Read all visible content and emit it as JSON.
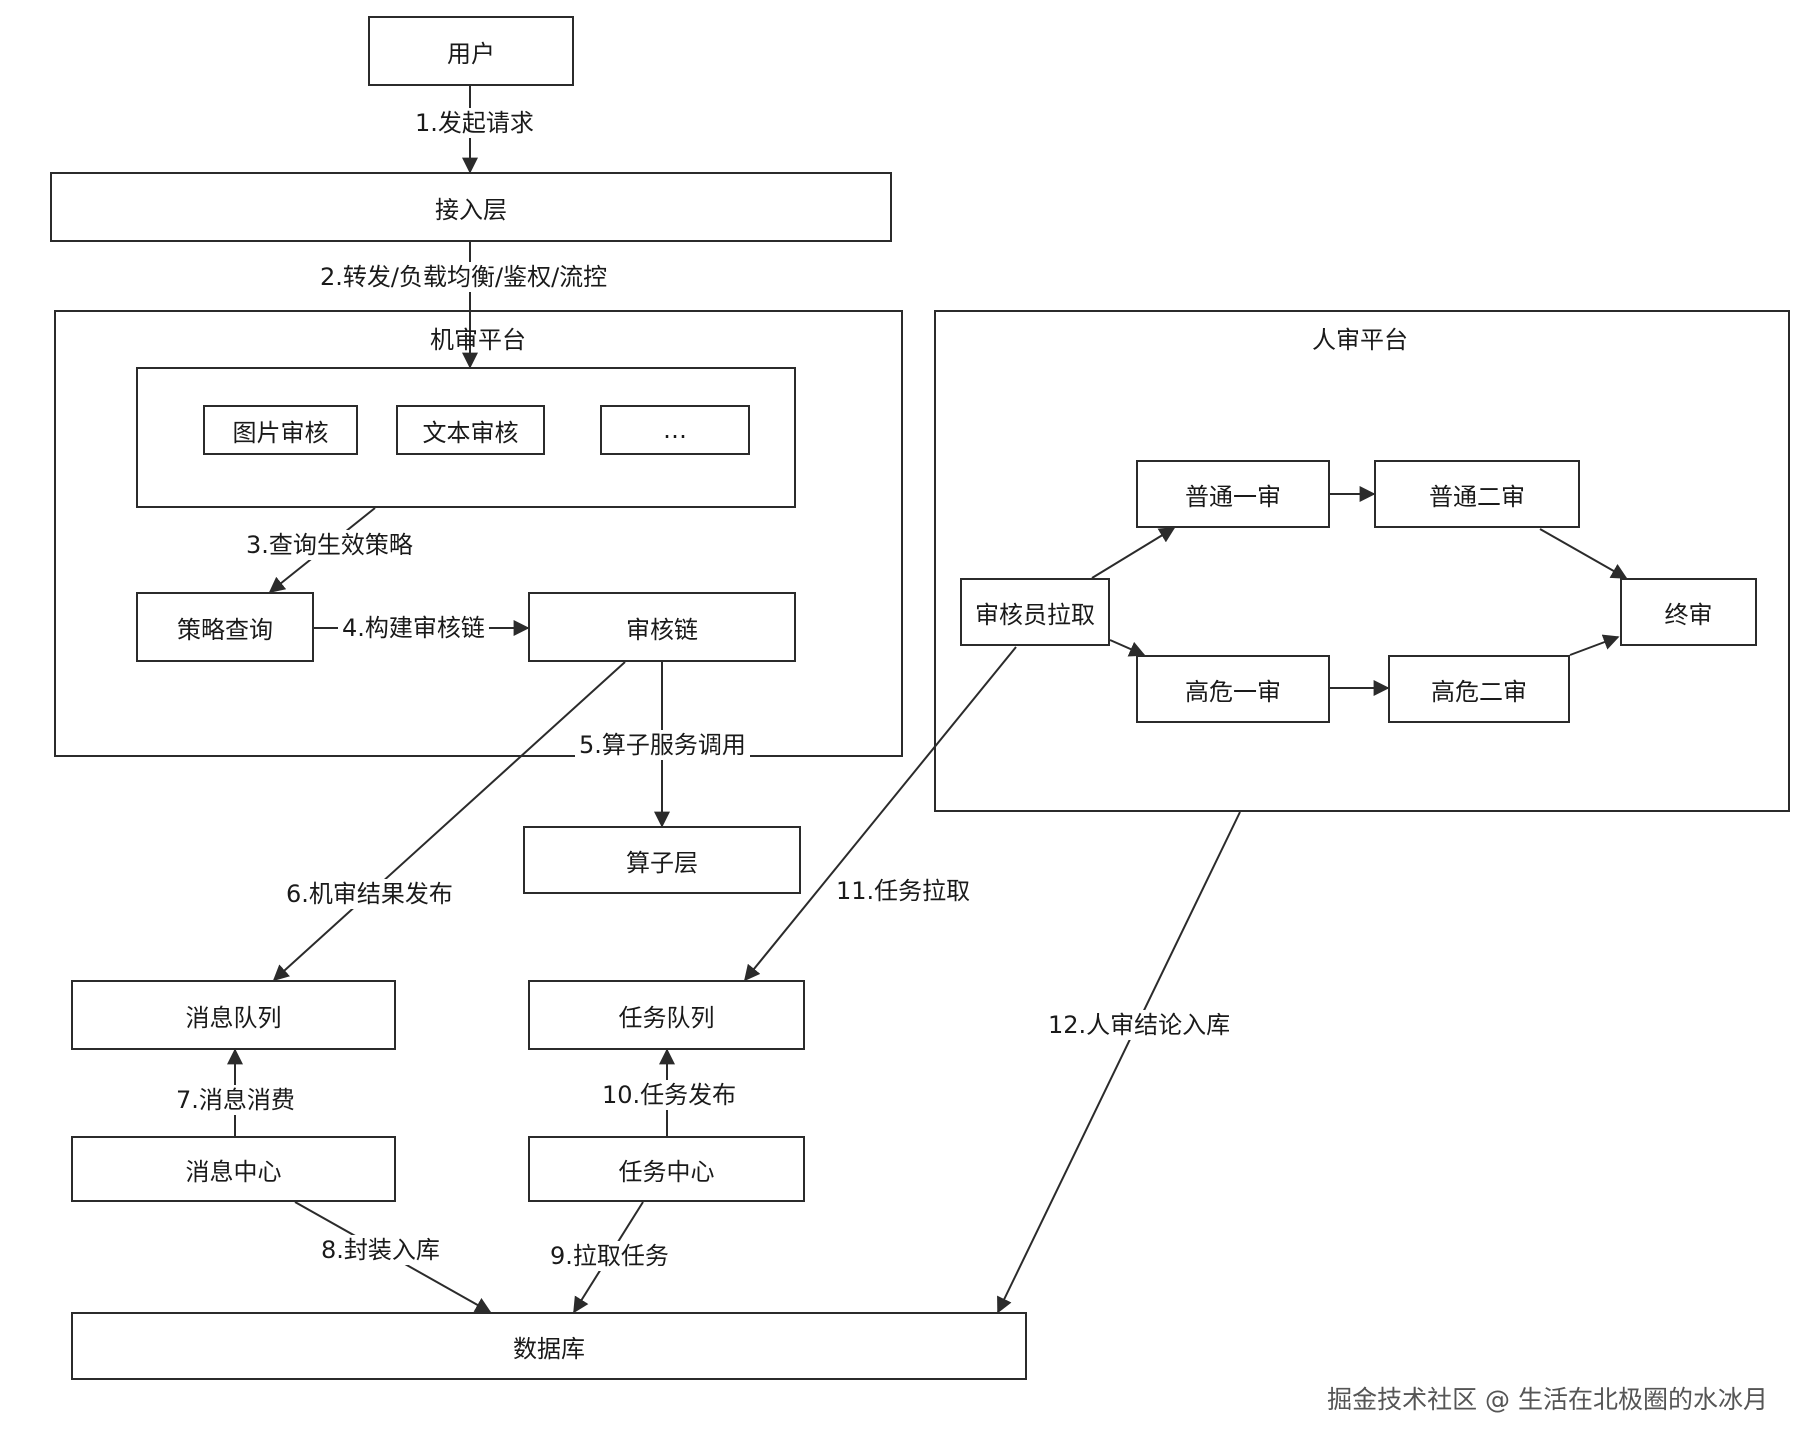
{
  "nodes": {
    "user": "用户",
    "access": "接入层",
    "image_review": "图片审核",
    "text_review": "文本审核",
    "more": "…",
    "policy_query": "策略查询",
    "review_chain": "审核链",
    "operator_layer": "算子层",
    "message_queue": "消息队列",
    "message_center": "消息中心",
    "task_queue": "任务队列",
    "task_center": "任务中心",
    "database": "数据库",
    "reviewer_pull": "审核员拉取",
    "normal_first": "普通一审",
    "normal_second": "普通二审",
    "high_risk_first": "高危一审",
    "high_risk_second": "高危二审",
    "final_review": "终审"
  },
  "groups": {
    "machine_platform": "机审平台",
    "human_platform": "人审平台"
  },
  "edges": {
    "e1": "1.发起请求",
    "e2": "2.转发/负载均衡/鉴权/流控",
    "e3": "3.查询生效策略",
    "e4": "4.构建审核链",
    "e5": "5.算子服务调用",
    "e6": "6.机审结果发布",
    "e7": "7.消息消费",
    "e8": "8.封装入库",
    "e9": "9.拉取任务",
    "e10": "10.任务发布",
    "e11": "11.任务拉取",
    "e12": "12.人审结论入库"
  },
  "watermark": "掘金技术社区 @ 生活在北极圈的水冰月",
  "colors": {
    "line": "#2b2b2b",
    "background": "#ffffff"
  }
}
